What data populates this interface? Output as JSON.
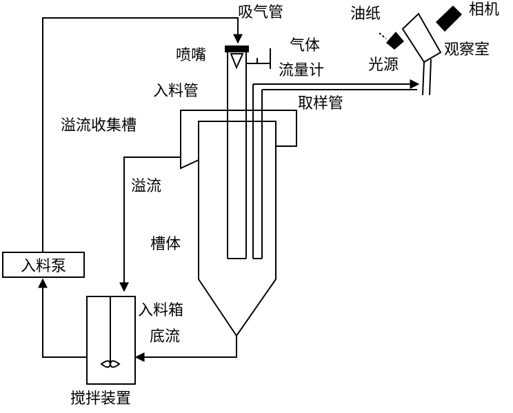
{
  "labels": {
    "suction_tube": "吸气管",
    "nozzle": "喷嘴",
    "gas": "气体",
    "flowmeter": "流量计",
    "feed_pipe": "入料管",
    "sampling_tube": "取样管",
    "overflow_trough": "溢流收集槽",
    "overflow": "溢流",
    "tank_body": "槽体",
    "feed_pump": "入料泵",
    "feed_box": "入料箱",
    "underflow": "底流",
    "stirrer": "搅拌装置",
    "oil_paper": "油纸",
    "camera": "相机",
    "observation_room": "观察室",
    "light_source": "光源"
  },
  "colors": {
    "line": "#000000",
    "background": "#ffffff"
  }
}
